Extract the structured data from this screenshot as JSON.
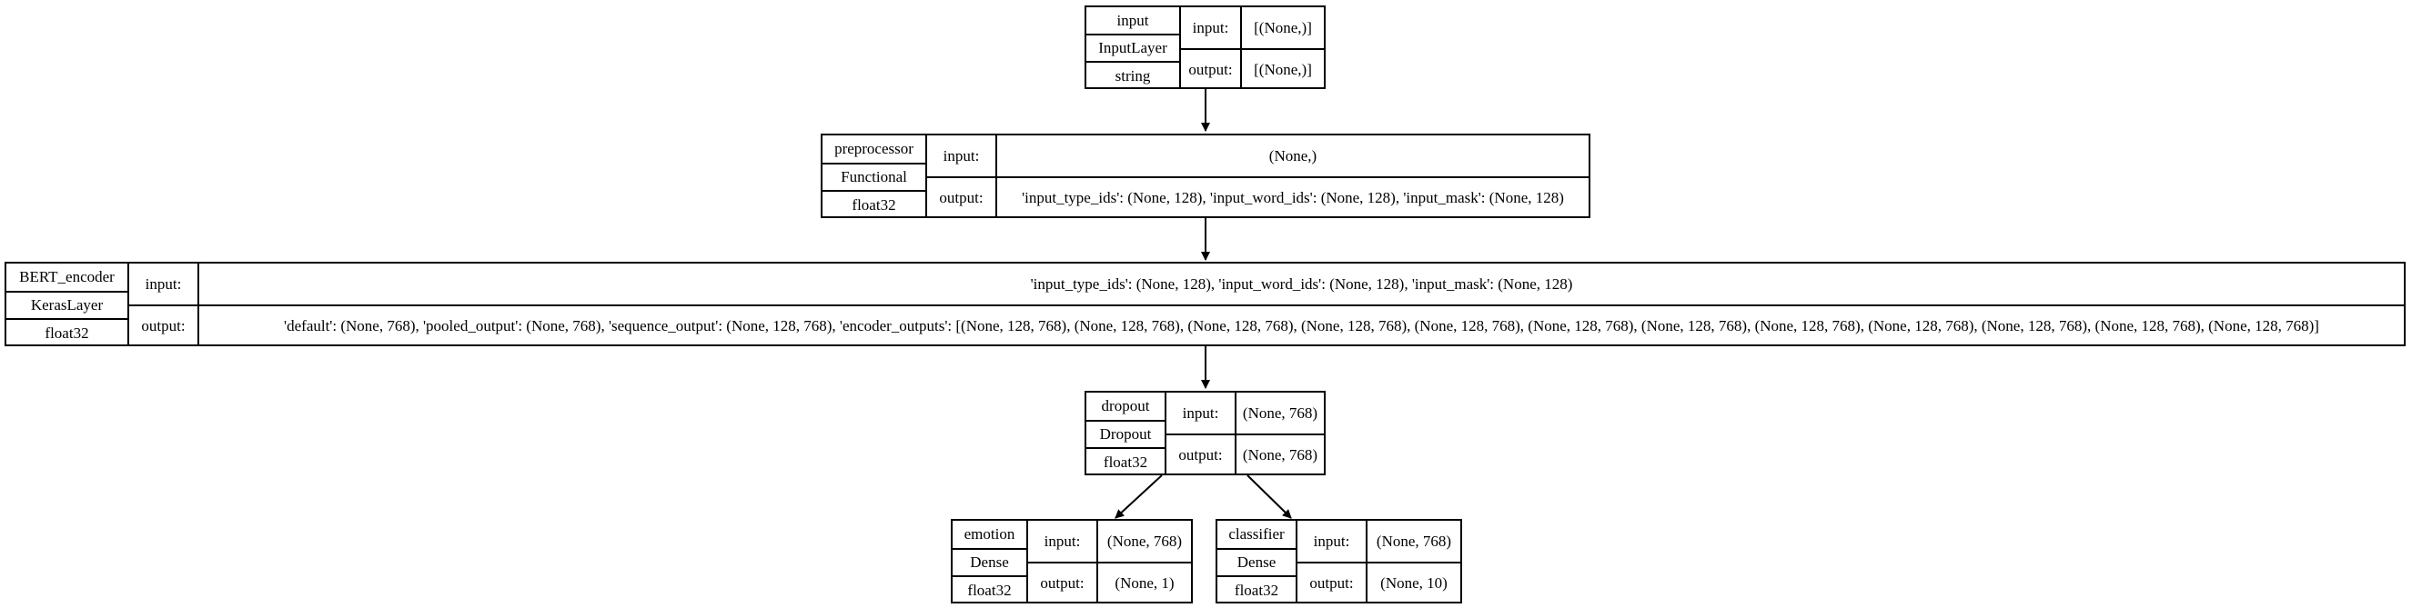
{
  "nodes": {
    "input": {
      "name": "input",
      "class_name": "InputLayer",
      "dtype": "string",
      "input_label": "input:",
      "output_label": "output:",
      "input_shape": "[(None,)]",
      "output_shape": "[(None,)]"
    },
    "preprocessor": {
      "name": "preprocessor",
      "class_name": "Functional",
      "dtype": "float32",
      "input_label": "input:",
      "output_label": "output:",
      "input_shape": "(None,)",
      "output_shape": "'input_type_ids': (None, 128), 'input_word_ids': (None, 128), 'input_mask': (None, 128)"
    },
    "bert_encoder": {
      "name": "BERT_encoder",
      "class_name": "KerasLayer",
      "dtype": "float32",
      "input_label": "input:",
      "output_label": "output:",
      "input_shape": "'input_type_ids': (None, 128), 'input_word_ids': (None, 128), 'input_mask': (None, 128)",
      "output_shape": "'default': (None, 768), 'pooled_output': (None, 768), 'sequence_output': (None, 128, 768), 'encoder_outputs': [(None, 128, 768), (None, 128, 768), (None, 128, 768), (None, 128, 768), (None, 128, 768), (None, 128, 768), (None, 128, 768), (None, 128, 768), (None, 128, 768), (None, 128, 768), (None, 128, 768), (None, 128, 768)]"
    },
    "dropout": {
      "name": "dropout",
      "class_name": "Dropout",
      "dtype": "float32",
      "input_label": "input:",
      "output_label": "output:",
      "input_shape": "(None, 768)",
      "output_shape": "(None, 768)"
    },
    "emotion": {
      "name": "emotion",
      "class_name": "Dense",
      "dtype": "float32",
      "input_label": "input:",
      "output_label": "output:",
      "input_shape": "(None, 768)",
      "output_shape": "(None, 1)"
    },
    "classifier": {
      "name": "classifier",
      "class_name": "Dense",
      "dtype": "float32",
      "input_label": "input:",
      "output_label": "output:",
      "input_shape": "(None, 768)",
      "output_shape": "(None, 10)"
    }
  },
  "edges": [
    {
      "from": "input",
      "to": "preprocessor"
    },
    {
      "from": "preprocessor",
      "to": "bert_encoder"
    },
    {
      "from": "bert_encoder",
      "to": "dropout"
    },
    {
      "from": "dropout",
      "to": "emotion"
    },
    {
      "from": "dropout",
      "to": "classifier"
    }
  ]
}
